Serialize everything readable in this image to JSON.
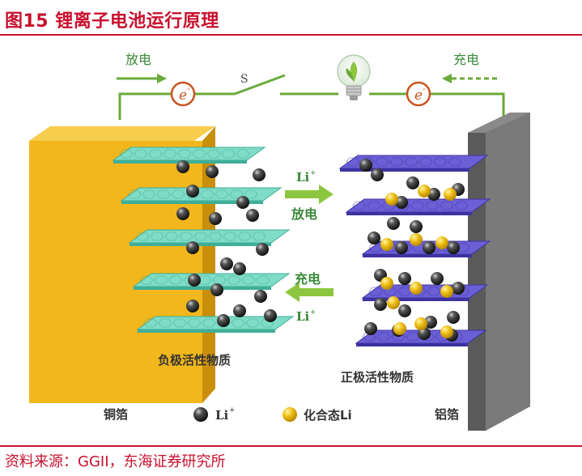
{
  "figure": {
    "title": "图15  锂离子电池运行原理",
    "source": "资料来源：GGII，东海证券研究所"
  },
  "diagram": {
    "discharge_label_top": "放电",
    "charge_label_top": "充电",
    "switch_label": "S",
    "electron_symbol": "e",
    "electron_superscript": "-",
    "li_ion_text": "Li",
    "li_ion_superscript": "+",
    "arrow_discharge_label": "放电",
    "arrow_charge_label": "充电",
    "anode_material_label": "负极活性物质",
    "cathode_material_label": "正极活性物质",
    "legend": {
      "copper_foil": "铜箔",
      "li_ion_text": "Li",
      "li_ion_superscript": "+",
      "compound_li": "化合态Li",
      "aluminum_foil": "铝箔"
    },
    "colors": {
      "accent_red": "#c8102e",
      "wire_green": "#6aaa3a",
      "electron_ring": "#c8541e",
      "copper_foil": "#f2b71c",
      "anode_layers": "#6ad3bd",
      "cathode_layers": "#5a4fc2",
      "aluminum_foil": "#707070",
      "li_ion": "#2b2b2b",
      "compound_li": "#f1c21b"
    }
  }
}
